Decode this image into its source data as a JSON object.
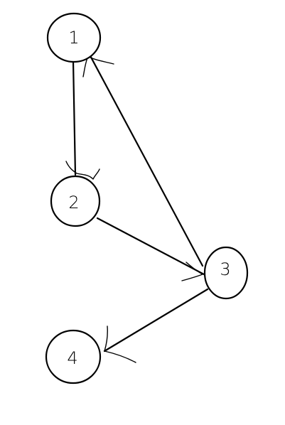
{
  "diagram": {
    "nodes": [
      {
        "id": "1",
        "label": "1"
      },
      {
        "id": "2",
        "label": "2"
      },
      {
        "id": "3",
        "label": "3"
      },
      {
        "id": "4",
        "label": "4"
      }
    ],
    "edges": [
      {
        "from": "1",
        "to": "2",
        "directed": true
      },
      {
        "from": "3",
        "to": "1",
        "directed": true
      },
      {
        "from": "2",
        "to": "3",
        "directed": true
      },
      {
        "from": "3",
        "to": "4",
        "directed": true
      }
    ],
    "colors": {
      "stroke": "#000000",
      "background": "#ffffff"
    }
  }
}
